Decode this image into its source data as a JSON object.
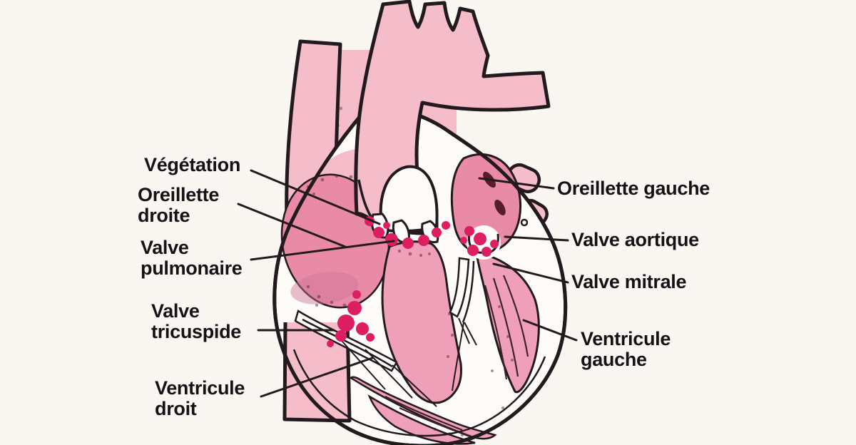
{
  "diagram": {
    "language": "fr",
    "labels": [
      {
        "id": "vegetation",
        "text": "Végétation"
      },
      {
        "id": "oreillette-droite",
        "text": "Oreillette\ndroite"
      },
      {
        "id": "valve-pulmonaire",
        "text": "Valve\npulmonaire"
      },
      {
        "id": "valve-tricuspide",
        "text": "Valve\ntricuspide"
      },
      {
        "id": "ventricule-droit",
        "text": "Ventricule\ndroit"
      },
      {
        "id": "oreillette-gauche",
        "text": "Oreillette gauche"
      },
      {
        "id": "valve-aortique",
        "text": "Valve aortique"
      },
      {
        "id": "valve-mitrale",
        "text": "Valve mitrale"
      },
      {
        "id": "ventricule-gauche",
        "text": "Ventricule\ngauche"
      }
    ],
    "colors": {
      "background": "#faf7f2",
      "vessel_pink": "#f5bcca",
      "muscle_pink": "#efa0b8",
      "atrium_pink": "#e98ba7",
      "vegetation_magenta": "#dd1e63",
      "outline_black": "#231a1f",
      "interior_white": "#fdfcf8",
      "label_text": "#171117"
    }
  }
}
